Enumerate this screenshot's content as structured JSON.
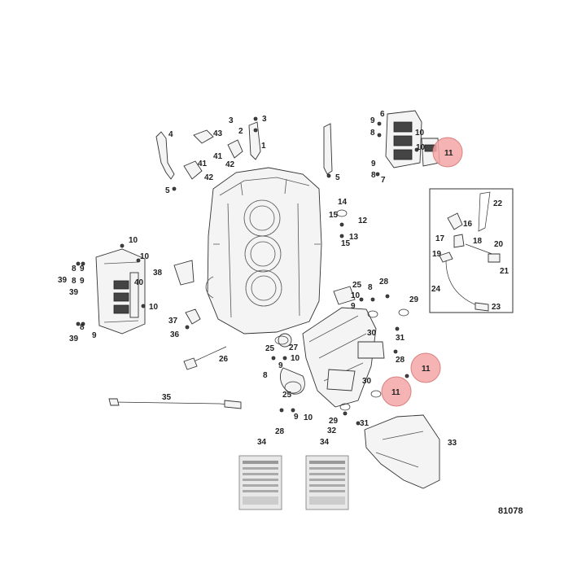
{
  "figure_number": "81078",
  "highlight_color": "#f4a6a6",
  "callouts": [
    "3",
    "3",
    "2",
    "4",
    "43",
    "41",
    "42",
    "41",
    "42",
    "5",
    "1",
    "5",
    "14",
    "12",
    "15",
    "13",
    "15",
    "9",
    "8",
    "6",
    "10",
    "9",
    "8",
    "7",
    "10",
    "11",
    "10",
    "10",
    "39",
    "8",
    "9",
    "39",
    "8",
    "9",
    "40",
    "10",
    "39",
    "8",
    "9",
    "38",
    "37",
    "36",
    "26",
    "22",
    "16",
    "17",
    "18",
    "19",
    "20",
    "21",
    "24",
    "23",
    "25",
    "8",
    "10",
    "28",
    "9",
    "29",
    "30",
    "31",
    "28",
    "27",
    "25",
    "10",
    "9",
    "8",
    "25",
    "28",
    "9",
    "10",
    "29",
    "31",
    "30",
    "32",
    "11",
    "11",
    "35",
    "34",
    "34",
    "33"
  ]
}
